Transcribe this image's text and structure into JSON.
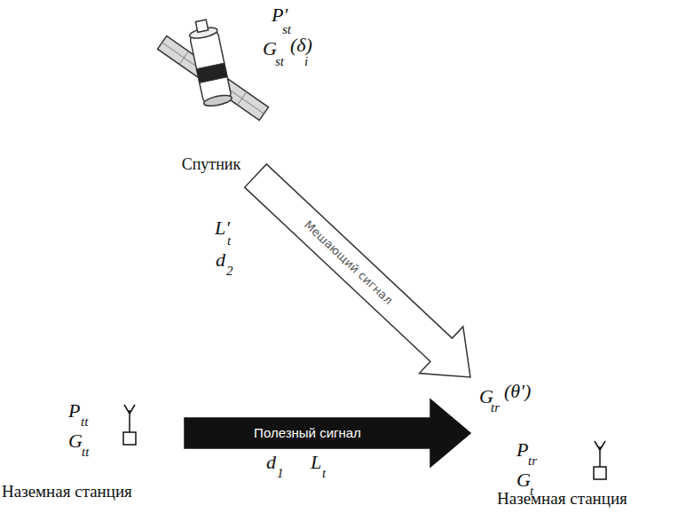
{
  "diagram": {
    "nodes": [
      {
        "text": [
          "Спутник"
        ]
      },
      {
        "text": [
          "Наземная станция"
        ]
      },
      {
        "text": [
          "Наземная станция"
        ]
      }
    ],
    "edges": [
      {
        "from": 0,
        "to": 2,
        "label": "Мешающий сигнал",
        "arrow": "to"
      },
      {
        "from": 1,
        "to": 2,
        "label": "Полезный сигнал",
        "arrow": "to"
      }
    ],
    "labels": [
      "P′",
      "st",
      "G",
      "st",
      "(δ)",
      "i",
      "L′",
      "t",
      "d",
      "2",
      "G",
      "tr",
      "(θ′)",
      "P",
      "tt",
      "G",
      "tt",
      "d",
      "1",
      "L",
      "t",
      "P",
      "tr",
      "G",
      "t"
    ]
  }
}
